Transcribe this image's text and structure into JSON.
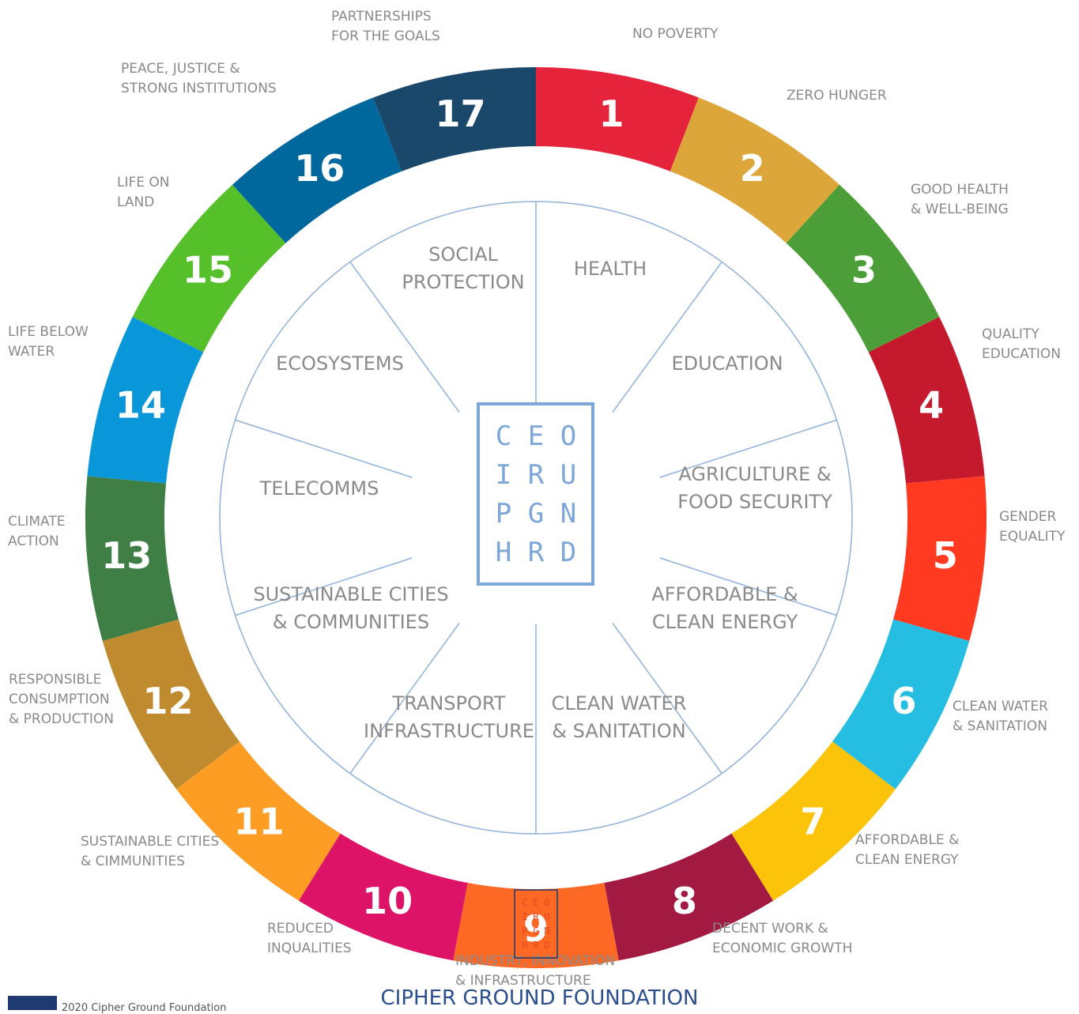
{
  "goals": [
    {
      "number": "1",
      "label": [
        "NO POVERTY"
      ],
      "color": "#e5243b"
    },
    {
      "number": "2",
      "label": [
        "ZERO HUNGER"
      ],
      "color": "#dda63a"
    },
    {
      "number": "3",
      "label": [
        "GOOD HEALTH",
        "& WELL-BEING"
      ],
      "color": "#4c9f38"
    },
    {
      "number": "4",
      "label": [
        "QUALITY",
        "EDUCATION"
      ],
      "color": "#c5192d"
    },
    {
      "number": "5",
      "label": [
        "GENDER",
        "EQUALITY"
      ],
      "color": "#ff3a21"
    },
    {
      "number": "6",
      "label": [
        "CLEAN WATER",
        "& SANITATION"
      ],
      "color": "#26bde2"
    },
    {
      "number": "7",
      "label": [
        "AFFORDABLE &",
        "CLEAN ENERGY"
      ],
      "color": "#fcc30b"
    },
    {
      "number": "8",
      "label": [
        "DECENT WORK &",
        "ECONOMIC GROWTH"
      ],
      "color": "#a21942"
    },
    {
      "number": "9",
      "label": [
        "INDUSTRY, INNOVATION",
        "& INFRASTRUCTURE"
      ],
      "color": "#fd6925"
    },
    {
      "number": "10",
      "label": [
        "REDUCED",
        "INQUALITIES"
      ],
      "color": "#dd1367"
    },
    {
      "number": "11",
      "label": [
        "SUSTAINABLE CITIES",
        "& CIMMUNITIES"
      ],
      "color": "#fd9d24"
    },
    {
      "number": "12",
      "label": [
        "RESPONSIBLE",
        "CONSUMPTION",
        "& PRODUCTION"
      ],
      "color": "#bf8b2e"
    },
    {
      "number": "13",
      "label": [
        "CLIMATE",
        "ACTION"
      ],
      "color": "#3f7e44"
    },
    {
      "number": "14",
      "label": [
        "LIFE BELOW",
        "WATER"
      ],
      "color": "#0a97d9"
    },
    {
      "number": "15",
      "label": [
        "LIFE ON",
        "LAND"
      ],
      "color": "#56c02b"
    },
    {
      "number": "16",
      "label": [
        "PEACE, JUSTICE &",
        "STRONG INSTITUTIONS"
      ],
      "color": "#00689d"
    },
    {
      "number": "17",
      "label": [
        "PARTNERSHIPS",
        "FOR THE GOALS"
      ],
      "color": "#19486a"
    }
  ],
  "sectors": [
    {
      "label": [
        "HEALTH"
      ]
    },
    {
      "label": [
        "EDUCATION"
      ]
    },
    {
      "label": [
        "AGRICULTURE &",
        "FOOD SECURITY"
      ]
    },
    {
      "label": [
        "AFFORDABLE &",
        "CLEAN ENERGY"
      ]
    },
    {
      "label": [
        "CLEAN WATER",
        "& SANITATION"
      ]
    },
    {
      "label": [
        "TRANSPORT",
        "INFRASTRUCTURE"
      ]
    },
    {
      "label": [
        "SUSTAINABLE CITIES",
        "& COMMUNITIES"
      ]
    },
    {
      "label": [
        "TELECOMMS"
      ]
    },
    {
      "label": [
        "ECOSYSTEMS"
      ]
    },
    {
      "label": [
        "SOCIAL",
        "PROTECTION"
      ]
    }
  ],
  "logo": {
    "rows": [
      [
        "C",
        "E",
        "O"
      ],
      [
        "I",
        "R",
        "U"
      ],
      [
        "P",
        "G",
        "N"
      ],
      [
        "H",
        "R",
        "D"
      ]
    ],
    "color": "#7da6d9",
    "mini_color": "#e8451e"
  },
  "colors": {
    "sector_lines": "#8fb1db",
    "text": "#8a8a8a",
    "foundation": "#2b4e8c"
  },
  "footer": {
    "foundation": "CIPHER GROUND FOUNDATION",
    "copyright": "2020 Cipher Ground Foundation"
  }
}
